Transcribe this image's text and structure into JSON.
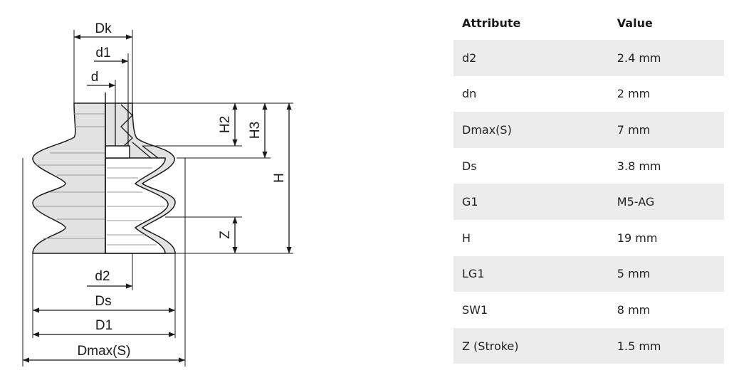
{
  "drawing": {
    "labels": {
      "dk": "Dk",
      "d1": "d1",
      "d": "d",
      "h2": "H2",
      "h3": "H3",
      "h": "H",
      "z": "Z",
      "d2": "d2",
      "ds": "Ds",
      "D1": "D1",
      "dmax": "Dmax(S)"
    },
    "colors": {
      "body": "#e2e2e2",
      "line": "#1a1a1a"
    }
  },
  "table": {
    "headers": [
      "Attribute",
      "Value"
    ],
    "rows": [
      [
        "d2",
        "2.4 mm"
      ],
      [
        "dn",
        "2 mm"
      ],
      [
        "Dmax(S)",
        "7 mm"
      ],
      [
        "Ds",
        "3.8 mm"
      ],
      [
        "G1",
        "M5-AG"
      ],
      [
        "H",
        "19 mm"
      ],
      [
        "LG1",
        "5 mm"
      ],
      [
        "SW1",
        "8 mm"
      ],
      [
        "Z (Stroke)",
        "1.5 mm"
      ]
    ],
    "stripe_color": "#ececec"
  }
}
